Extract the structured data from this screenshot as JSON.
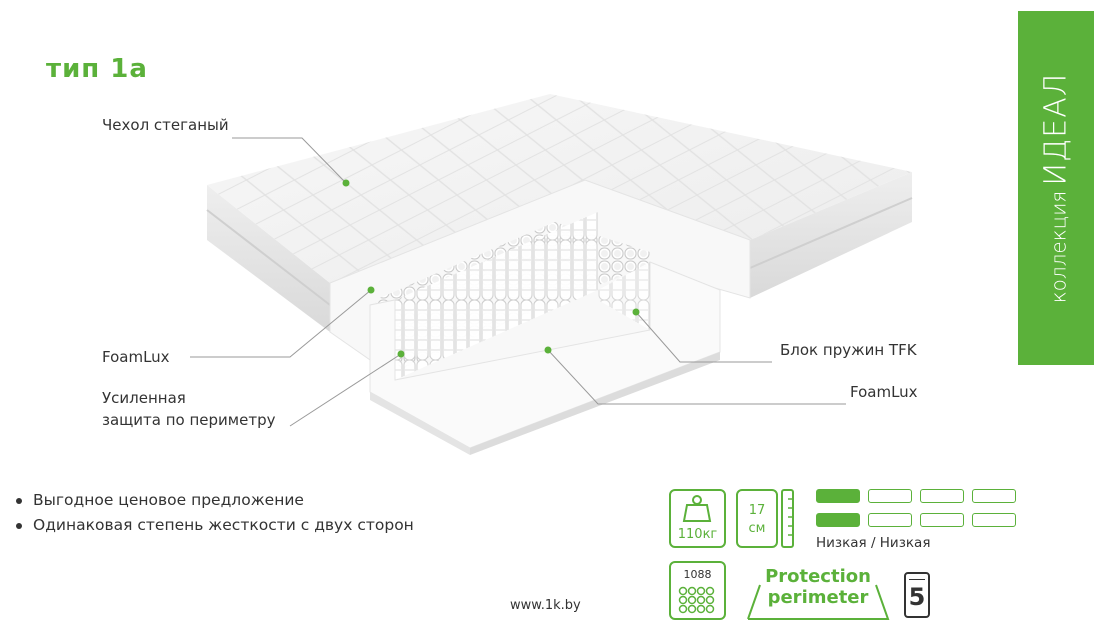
{
  "title": "тип 1а",
  "labels": {
    "cover": "Чехол стеганый",
    "foam_left": "FoamLux",
    "perimeter_line1": "Усиленная",
    "perimeter_line2": "защита по периметру",
    "spring_block": "Блок пружин TFK",
    "foam_right": "FoamLux"
  },
  "collection": {
    "prefix": "коллекция",
    "name": "ИДЕАЛ"
  },
  "features": [
    "Выгодное ценовое предложение",
    "Одинаковая степень жесткости с двух сторон"
  ],
  "specs": {
    "max_weight": "110кг",
    "height_value": "17",
    "height_unit": "см",
    "firmness": "Низкая / Низкая",
    "firmness_level_side1": 1,
    "firmness_level_side2": 1,
    "firmness_levels_total": 4,
    "springs_count": "1088",
    "protection_line1": "Protection",
    "protection_line2": "perimeter",
    "warranty_years": "5"
  },
  "footer": "www.1k.by",
  "colors": {
    "accent": "#5bb13a",
    "text": "#333333"
  }
}
